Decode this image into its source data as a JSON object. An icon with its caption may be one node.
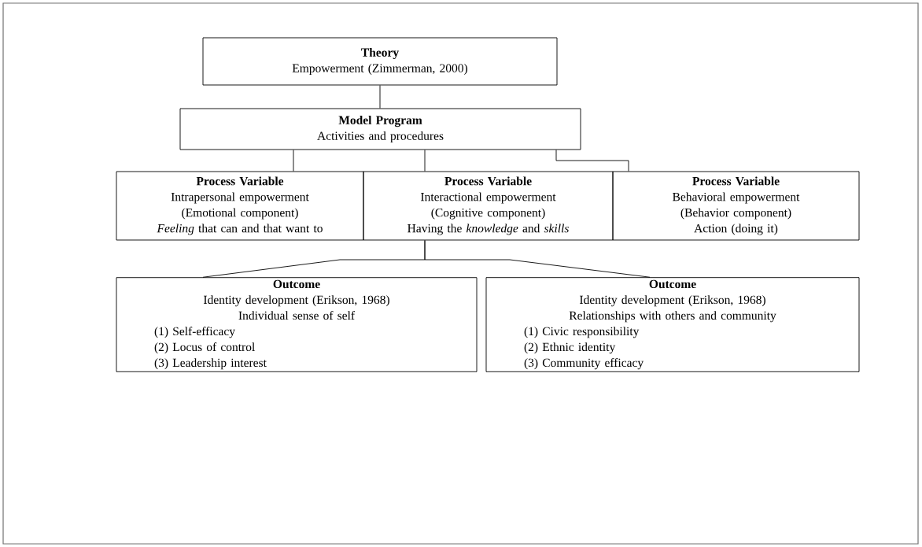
{
  "diagram": {
    "nodes": [
      {
        "text": [
          "Theory",
          "Empowerment (Zimmerman, 2000)"
        ]
      },
      {
        "text": [
          "Model Program",
          "Activities and procedures"
        ]
      },
      {
        "text": [
          "Process Variable",
          "Intrapersonal empowerment",
          "(Emotional component)",
          "*Feeling* that can and that want to"
        ]
      },
      {
        "text": [
          "Process Variable",
          "Interactional empowerment",
          "(Cognitive component)",
          "Having the *knowledge* and *skills*"
        ]
      },
      {
        "text": [
          "Process Variable",
          "Behavioral empowerment",
          "(Behavior component)",
          "Action (doing it)"
        ]
      },
      {
        "text": [
          "Outcome",
          "Identity development (Erikson, 1968)",
          "Individual sense of self",
          "(1) Self-efficacy",
          "(2) Locus of control",
          "(3) Leadership interest"
        ]
      },
      {
        "text": [
          "Outcome",
          "Identity development (Erikson, 1968)",
          "Relationships with others and community",
          "(1) Civic responsibility",
          "(2) Ethnic identity",
          "(3) Community efficacy"
        ]
      }
    ],
    "edges": [
      {
        "from": 0,
        "to": 1,
        "arrow": "none"
      },
      {
        "from": 1,
        "to": 2,
        "arrow": "none"
      },
      {
        "from": 1,
        "to": 3,
        "arrow": "none"
      },
      {
        "from": 1,
        "to": 4,
        "arrow": "none"
      },
      {
        "from": 3,
        "to": 5,
        "arrow": "none"
      },
      {
        "from": 3,
        "to": 6,
        "arrow": "none"
      }
    ]
  }
}
